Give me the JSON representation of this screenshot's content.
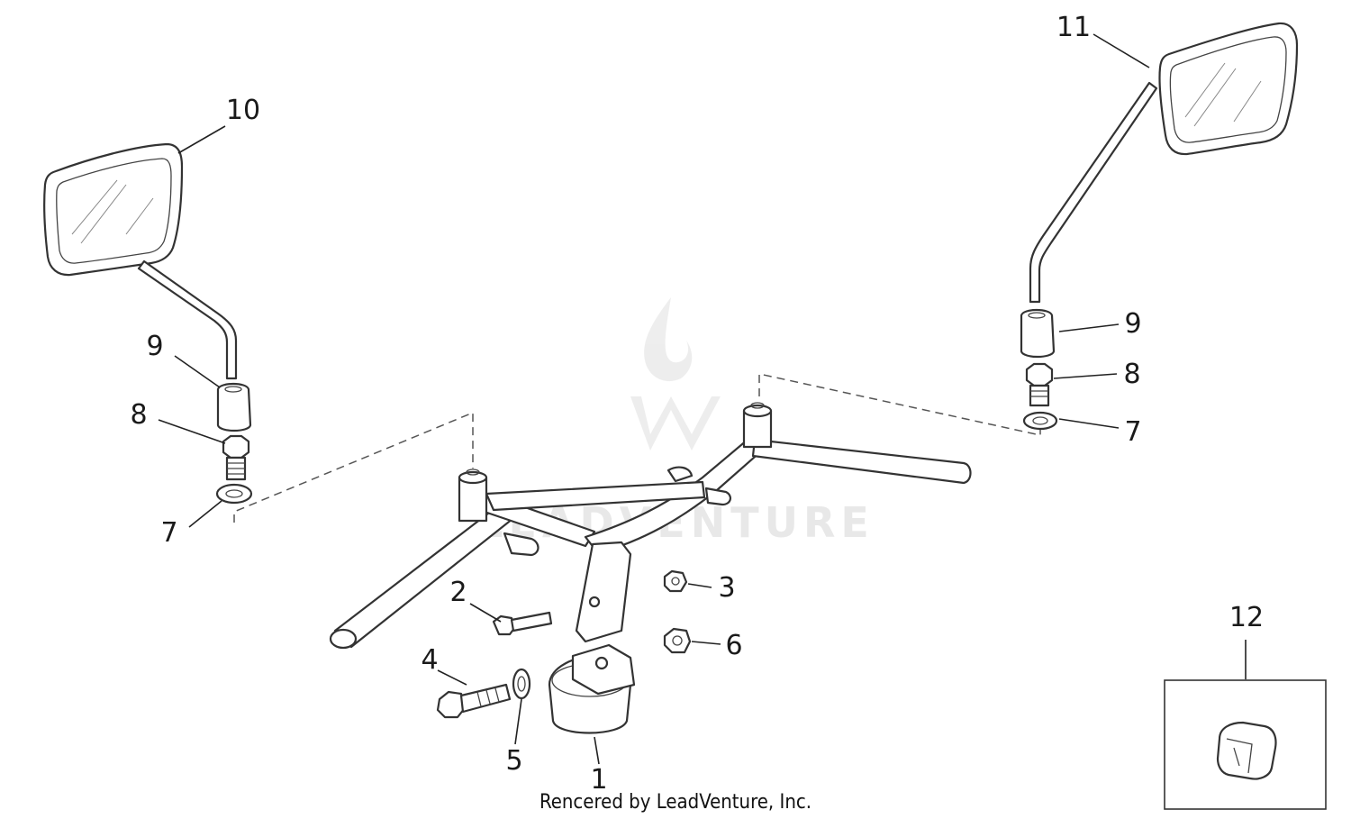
{
  "callouts": [
    "1",
    "2",
    "3",
    "4",
    "5",
    "6",
    "7",
    "7",
    "8",
    "8",
    "9",
    "9",
    "10",
    "11",
    "12"
  ],
  "credit": "Rencered by LeadVenture, Inc.",
  "watermark": "LEADVENTURE",
  "colors": {
    "line": "#333333",
    "watermark": "#e6e6e6"
  }
}
